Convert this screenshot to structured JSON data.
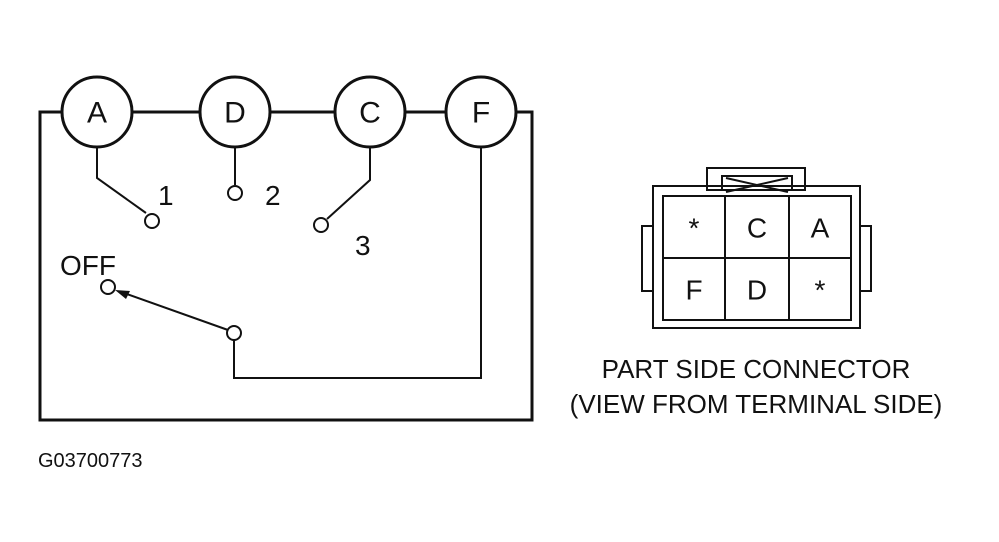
{
  "switch": {
    "terminals": [
      "A",
      "D",
      "C",
      "F"
    ],
    "positions": [
      "1",
      "2",
      "3"
    ],
    "off_label": "OFF"
  },
  "connector": {
    "rows": [
      [
        "*",
        "C",
        "A"
      ],
      [
        "F",
        "D",
        "*"
      ]
    ],
    "caption_line1": "PART SIDE CONNECTOR",
    "caption_line2": "(VIEW FROM TERMINAL SIDE)"
  },
  "figure_id": "G03700773"
}
